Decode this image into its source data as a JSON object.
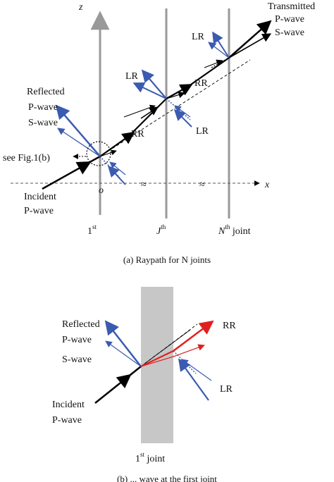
{
  "panel_a": {
    "z_axis": "z",
    "x_axis": "x",
    "origin": "o",
    "transmitted": "Transmitted",
    "transmitted_p": "P-wave",
    "transmitted_s": "S-wave",
    "reflected": "Reflected",
    "reflected_p": "P-wave",
    "reflected_s": "S-wave",
    "see_fig": "see Fig.1(b)",
    "incident": "Incident",
    "incident_p": "P-wave",
    "lr_top": "LR",
    "lr_mid": "LR",
    "rr_mid": "RR",
    "lr_low": "LR",
    "rr_low": "RR",
    "joint1_num": "1",
    "joint1_sup": "st",
    "jointJ_num": "J",
    "jointJ_sup": "th",
    "jointN_num": "N",
    "jointN_sup": "th",
    "joint_word": " joint",
    "caption": "(a) Raypath for N joints"
  },
  "panel_b": {
    "reflected": "Reflected",
    "reflected_p": "P-wave",
    "reflected_s": "S-wave",
    "incident": "Incident",
    "incident_p": "P-wave",
    "rr": "RR",
    "lr": "LR",
    "joint_num": "1",
    "joint_sup": "st",
    "joint_word": " joint",
    "caption": "(b) ... wave at the first joint"
  },
  "colors": {
    "blue": "#3a5bb0",
    "red": "#e02020",
    "gray": "#999999",
    "black": "#000000"
  }
}
